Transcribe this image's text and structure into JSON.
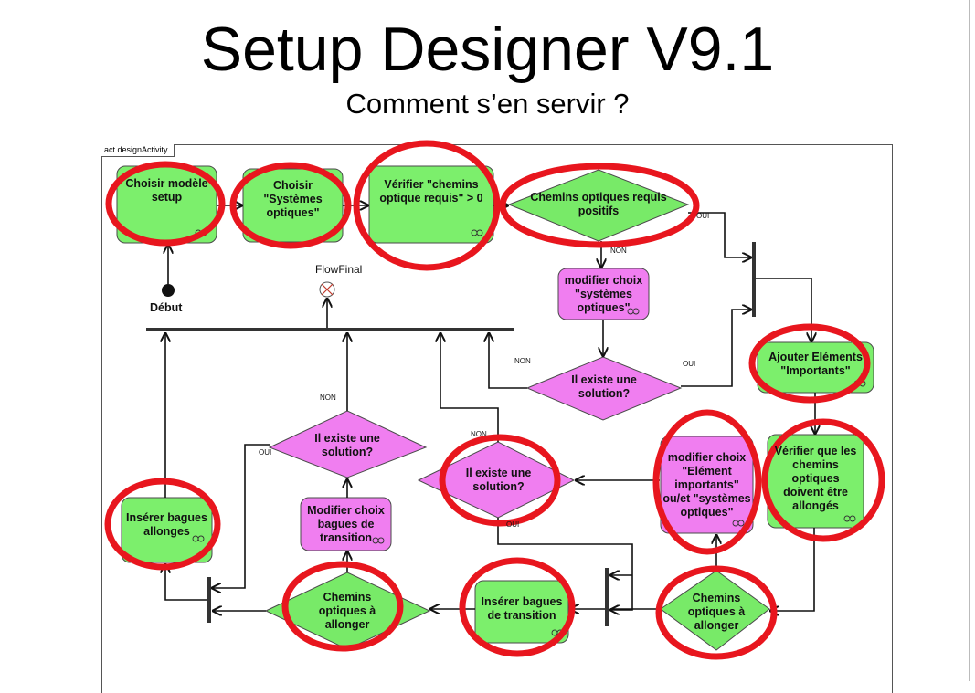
{
  "header": {
    "title": "Setup Designer V9.1",
    "subtitle": "Comment s’en servir ?"
  },
  "diagram": {
    "frame_label": "act designActivity",
    "start_label": "Début",
    "flowfinal_label": "FlowFinal",
    "nodes": {
      "choisir_modele": "Choisir modèle setup",
      "choisir_systemes": "Choisir \"Systèmes optiques\"",
      "verifier_chemins": "Vérifier \"chemins optique requis\" > 0",
      "chemins_positifs": "Chemins optiques requis positifs",
      "modifier_systemes": "modifier choix \"systèmes optiques\"",
      "existe_solution_1": "Il existe une solution?",
      "ajouter_elements": "Ajouter Eléments \"Importants\"",
      "verifier_allonges": "Vérifier que les chemins optiques doivent être allongés",
      "modifier_elements": "modifier choix \"Elément importants\" ou/et \"systèmes optiques\"",
      "existe_solution_2": "Il existe une solution?",
      "existe_solution_3": "Il existe une solution?",
      "modifier_bagues": "Modifier choix bagues de transition",
      "inserer_allonges": "Insérer bagues allonges",
      "chemins_allonger_1": "Chemins optiques à allonger",
      "inserer_transition": "Insérer bagues de transition",
      "chemins_allonger_2": "Chemins optiques à allonger"
    },
    "edge_labels": {
      "oui_1": "OUI",
      "non_1": "NON",
      "non_2": "NON",
      "oui_2": "OUI",
      "non_3": "NON",
      "oui_3": "OUI",
      "non_4": "NON",
      "oui_4": "OUI"
    },
    "colors": {
      "action_green": "#7cef6c",
      "decision_green": "#78ea68",
      "action_magenta": "#f07ef0",
      "highlight_red": "#e8161e"
    }
  }
}
